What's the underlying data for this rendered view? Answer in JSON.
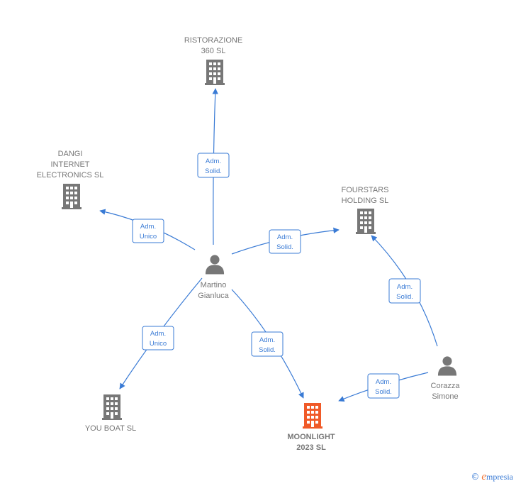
{
  "nodes": {
    "ristorazione": {
      "line1": "RISTORAZIONE",
      "line2": "360  SL",
      "type": "company",
      "icon": "building-icon"
    },
    "dangi": {
      "line1": "DANGI",
      "line2": "INTERNET",
      "line3": "ELECTRONICS SL",
      "type": "company",
      "icon": "building-icon"
    },
    "fourstars": {
      "line1": "FOURSTARS",
      "line2": "HOLDING  SL",
      "type": "company",
      "icon": "building-icon"
    },
    "martino": {
      "line1": "Martino",
      "line2": "Gianluca",
      "type": "person",
      "icon": "person-icon"
    },
    "corazza": {
      "line1": "Corazza",
      "line2": "Simone",
      "type": "person",
      "icon": "person-icon"
    },
    "youboat": {
      "line1": "YOU BOAT  SL",
      "type": "company",
      "icon": "building-icon"
    },
    "moonlight": {
      "line1": "MOONLIGHT",
      "line2": "2023  SL",
      "type": "company-highlight",
      "icon": "building-icon"
    }
  },
  "edges": {
    "martino_ristorazione": {
      "line1": "Adm.",
      "line2": "Solid."
    },
    "martino_dangi": {
      "line1": "Adm.",
      "line2": "Unico"
    },
    "martino_fourstars": {
      "line1": "Adm.",
      "line2": "Solid."
    },
    "martino_youboat": {
      "line1": "Adm.",
      "line2": "Unico"
    },
    "martino_moonlight": {
      "line1": "Adm.",
      "line2": "Solid."
    },
    "corazza_fourstars": {
      "line1": "Adm.",
      "line2": "Solid."
    },
    "corazza_moonlight": {
      "line1": "Adm.",
      "line2": "Solid."
    }
  },
  "colors": {
    "edge": "#3a7bd5",
    "building": "#777777",
    "building_highlight": "#f05a28",
    "person": "#777777"
  },
  "watermark": {
    "copyright": "©",
    "brand_initial": "e",
    "brand_rest": "mpresia"
  }
}
